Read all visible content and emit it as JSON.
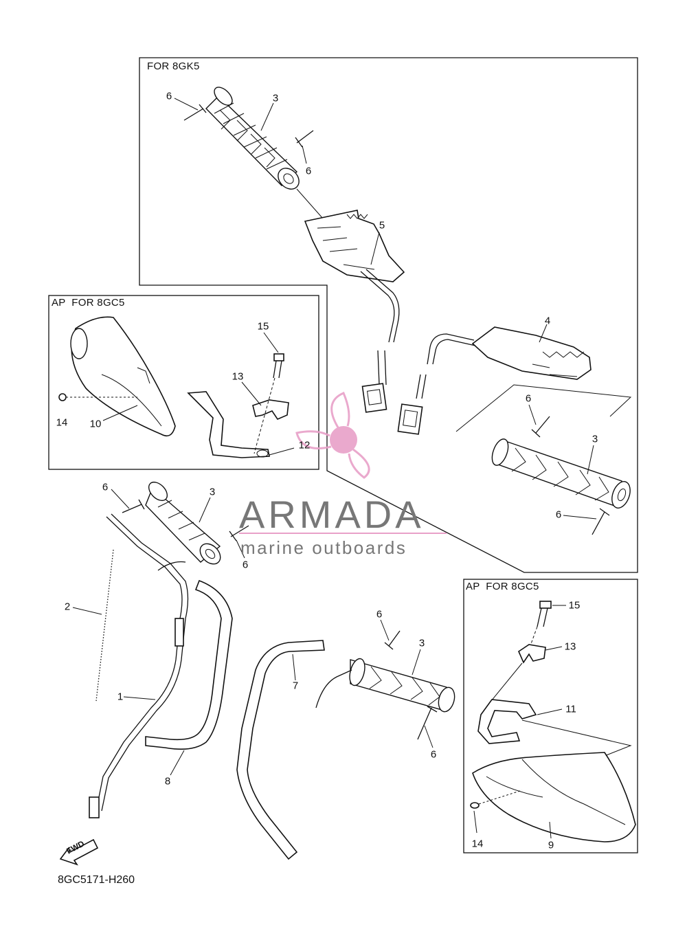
{
  "diagram": {
    "reference_code": "8GC5171-H260",
    "fwd_label": "FWD",
    "boxes": {
      "top_right": {
        "title": "FOR 8GK5"
      },
      "left_inset": {
        "title": "AP  FOR 8GC5"
      },
      "bottom_right": {
        "title": "AP  FOR 8GC5"
      }
    },
    "callouts": [
      {
        "id": "c01",
        "label": "6"
      },
      {
        "id": "c02",
        "label": "3"
      },
      {
        "id": "c03",
        "label": "6"
      },
      {
        "id": "c04",
        "label": "5"
      },
      {
        "id": "c05",
        "label": "4"
      },
      {
        "id": "c06",
        "label": "6"
      },
      {
        "id": "c07",
        "label": "3"
      },
      {
        "id": "c08",
        "label": "6"
      },
      {
        "id": "c09",
        "label": "15"
      },
      {
        "id": "c10",
        "label": "13"
      },
      {
        "id": "c11",
        "label": "14"
      },
      {
        "id": "c12",
        "label": "10"
      },
      {
        "id": "c13",
        "label": "12"
      },
      {
        "id": "c14",
        "label": "6"
      },
      {
        "id": "c15",
        "label": "3"
      },
      {
        "id": "c16",
        "label": "6"
      },
      {
        "id": "c17",
        "label": "2"
      },
      {
        "id": "c18",
        "label": "1"
      },
      {
        "id": "c19",
        "label": "8"
      },
      {
        "id": "c20",
        "label": "7"
      },
      {
        "id": "c21",
        "label": "6"
      },
      {
        "id": "c22",
        "label": "3"
      },
      {
        "id": "c23",
        "label": "6"
      },
      {
        "id": "c24",
        "label": "15"
      },
      {
        "id": "c25",
        "label": "13"
      },
      {
        "id": "c26",
        "label": "11"
      },
      {
        "id": "c27",
        "label": "14"
      },
      {
        "id": "c28",
        "label": "9"
      }
    ]
  },
  "watermark": {
    "name": "ARMADA",
    "tagline": "marine outboards",
    "accent_color": "#e8a0c8",
    "text_color": "#777777"
  }
}
